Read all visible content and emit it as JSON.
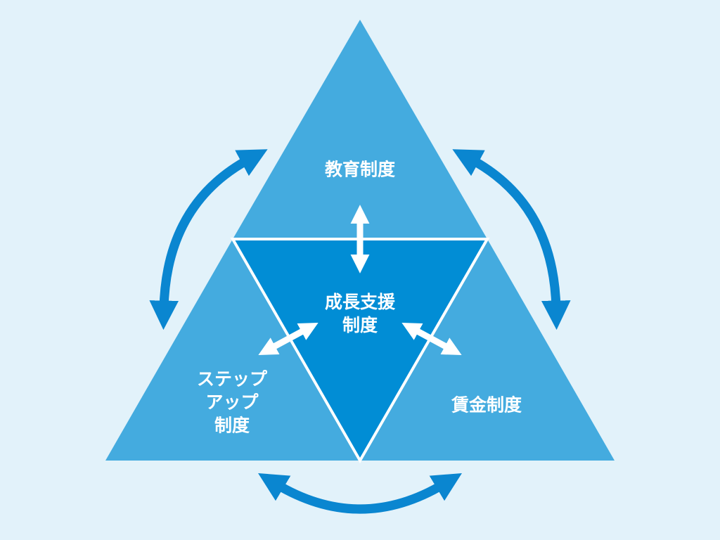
{
  "colors": {
    "background": "#e2f2fa",
    "outer_triangle": "#44abdf",
    "center_triangle": "#018dd5",
    "outline": "#ffffff",
    "cycle_arrow": "#0a86d0",
    "inner_arrow": "#ffffff"
  },
  "nodes": {
    "top": {
      "lines": [
        "教育制度"
      ]
    },
    "center": {
      "lines": [
        "成長支援",
        "制度"
      ]
    },
    "left": {
      "lines": [
        "ステップ",
        "アップ",
        "制度"
      ]
    },
    "right": {
      "lines": [
        "賃金制度"
      ]
    }
  },
  "arrows": {
    "cycle": [
      "top-left",
      "top-right",
      "bottom"
    ],
    "inner": [
      "center-top",
      "center-left",
      "center-right"
    ]
  }
}
